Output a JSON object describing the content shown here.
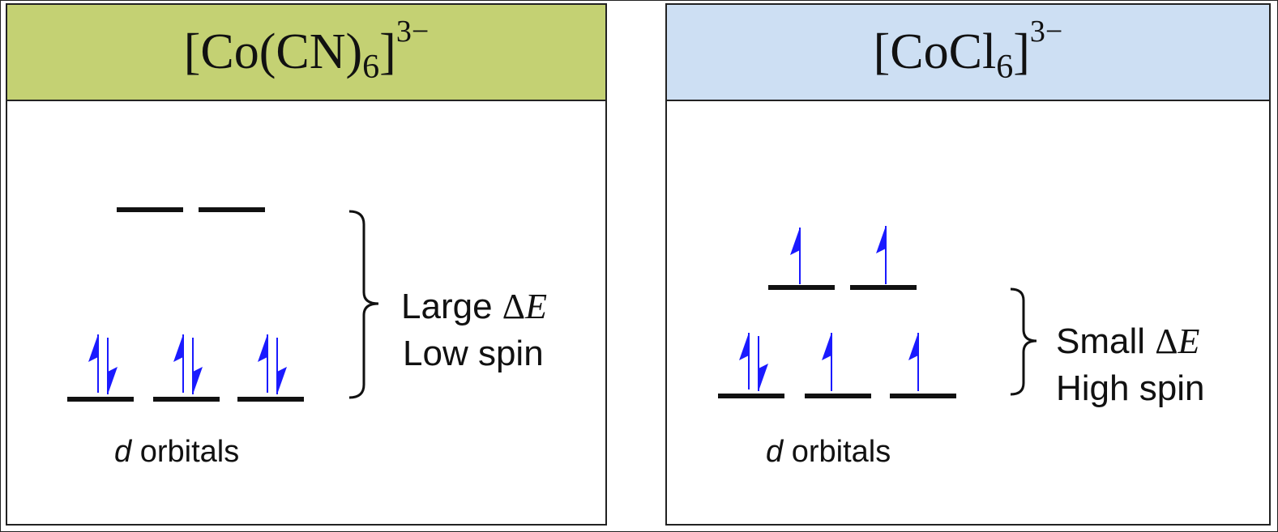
{
  "left_panel": {
    "header": {
      "base": "[Co(CN)",
      "sub": "6",
      "close": "]",
      "charge": "3−"
    },
    "header_color": "#c4d173",
    "orbital_label": {
      "italic": "d",
      "rest": " orbitals"
    },
    "annotation": {
      "size_word": "Large ",
      "delta": "Δ",
      "energy_symbol": "E",
      "spin": "Low spin"
    },
    "lower_orbitals": [
      "paired",
      "paired",
      "paired"
    ],
    "upper_orbitals": [
      "empty",
      "empty"
    ]
  },
  "right_panel": {
    "header": {
      "base": "[CoCl",
      "sub": "6",
      "close": "]",
      "charge": "3−"
    },
    "header_color": "#cddff3",
    "orbital_label": {
      "italic": "d",
      "rest": " orbitals"
    },
    "annotation": {
      "size_word": "Small ",
      "delta": "Δ",
      "energy_symbol": "E",
      "spin": "High spin"
    },
    "lower_orbitals": [
      "paired",
      "single",
      "single"
    ],
    "upper_orbitals": [
      "single",
      "single"
    ]
  },
  "colors": {
    "electron": "#1a1aff",
    "line": "#111111"
  }
}
